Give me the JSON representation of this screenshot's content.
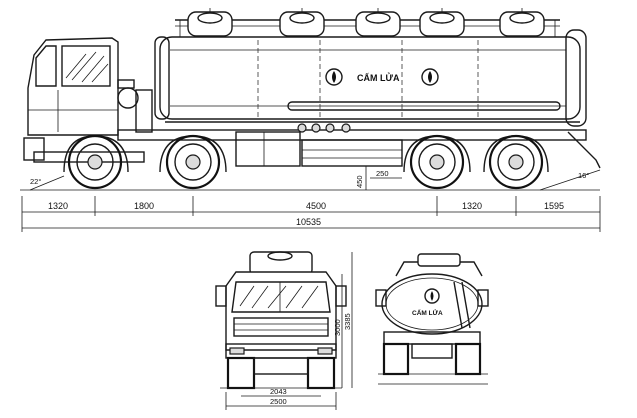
{
  "side_view": {
    "tank_label": "CẤM LỬA",
    "dims": {
      "d1320a": "1320",
      "d1800": "1800",
      "d4500": "4500",
      "d1320b": "1320",
      "d1595": "1595",
      "total_length": "10535",
      "d250": "250",
      "d450": "450",
      "angle_front": "22°",
      "angle_rear": "16°"
    }
  },
  "front_view": {
    "dims": {
      "height_cab": "3000",
      "height_total": "3385",
      "track": "2043",
      "width": "2500"
    }
  },
  "rear_view": {
    "tank_label": "CẤM LỬA"
  }
}
